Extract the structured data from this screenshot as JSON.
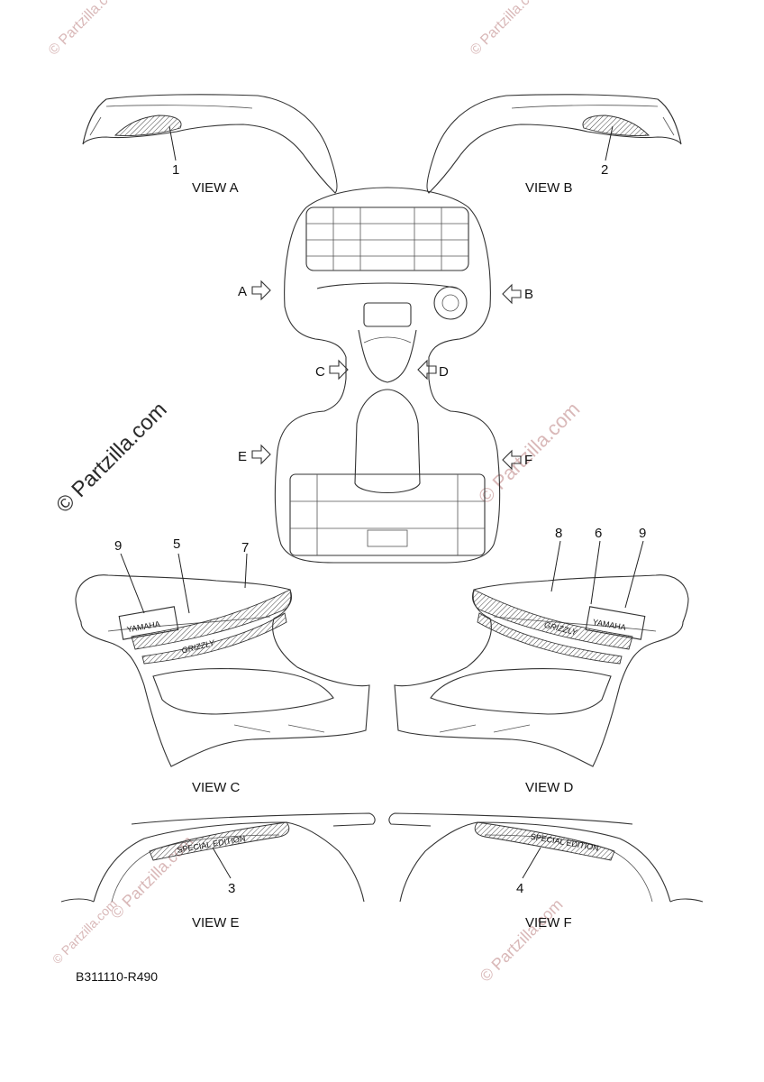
{
  "watermarks": {
    "main": "© Partzilla.com",
    "faint": "© Partzilla.com"
  },
  "views": {
    "a": "VIEW A",
    "b": "VIEW B",
    "c": "VIEW C",
    "d": "VIEW D",
    "e": "VIEW E",
    "f": "VIEW F"
  },
  "arrows": {
    "a": "A",
    "b": "B",
    "c": "C",
    "d": "D",
    "e": "E",
    "f": "F"
  },
  "callouts": {
    "n1": "1",
    "n2": "2",
    "n3": "3",
    "n4": "4",
    "n5": "5",
    "n6": "6",
    "n7": "7",
    "n8": "8",
    "n9_left": "9",
    "n9_right": "9"
  },
  "decals": {
    "yamaha": "YAMAHA",
    "grizzly": "GRIZZLY",
    "special_edition": "SPECIAL EDITION",
    "yamaha_plate": "YAMAHA"
  },
  "diagram_code": "B311110-R490",
  "colors": {
    "line": "#333333",
    "watermark_faint": "#d9b8b8",
    "watermark_main": "#2a2a2a"
  }
}
